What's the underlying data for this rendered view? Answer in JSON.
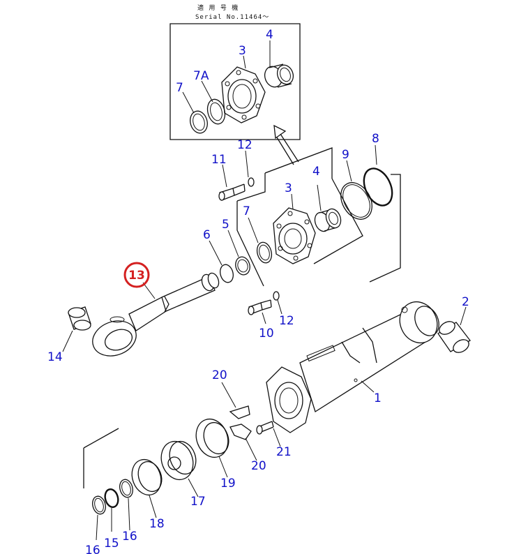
{
  "header": {
    "applicable_models": "適 用 号 機",
    "serial": "Serial No.11464～"
  },
  "highlight": {
    "part": "13",
    "color": "#d42020"
  },
  "label_color": "#1010c8",
  "callouts": {
    "inset_4": "4",
    "inset_3": "3",
    "inset_7a": "7A",
    "inset_7": "7",
    "p8": "8",
    "p9": "9",
    "p11": "11",
    "p12a": "12",
    "p4": "4",
    "p3": "3",
    "p6": "6",
    "p5": "5",
    "p7": "7",
    "p13": "13",
    "p2": "2",
    "p10": "10",
    "p12b": "12",
    "p14": "14",
    "p1": "1",
    "p20a": "20",
    "p21": "21",
    "p20b": "20",
    "p19": "19",
    "p17": "17",
    "p18": "18",
    "p16a": "16",
    "p15": "15",
    "p16b": "16"
  }
}
